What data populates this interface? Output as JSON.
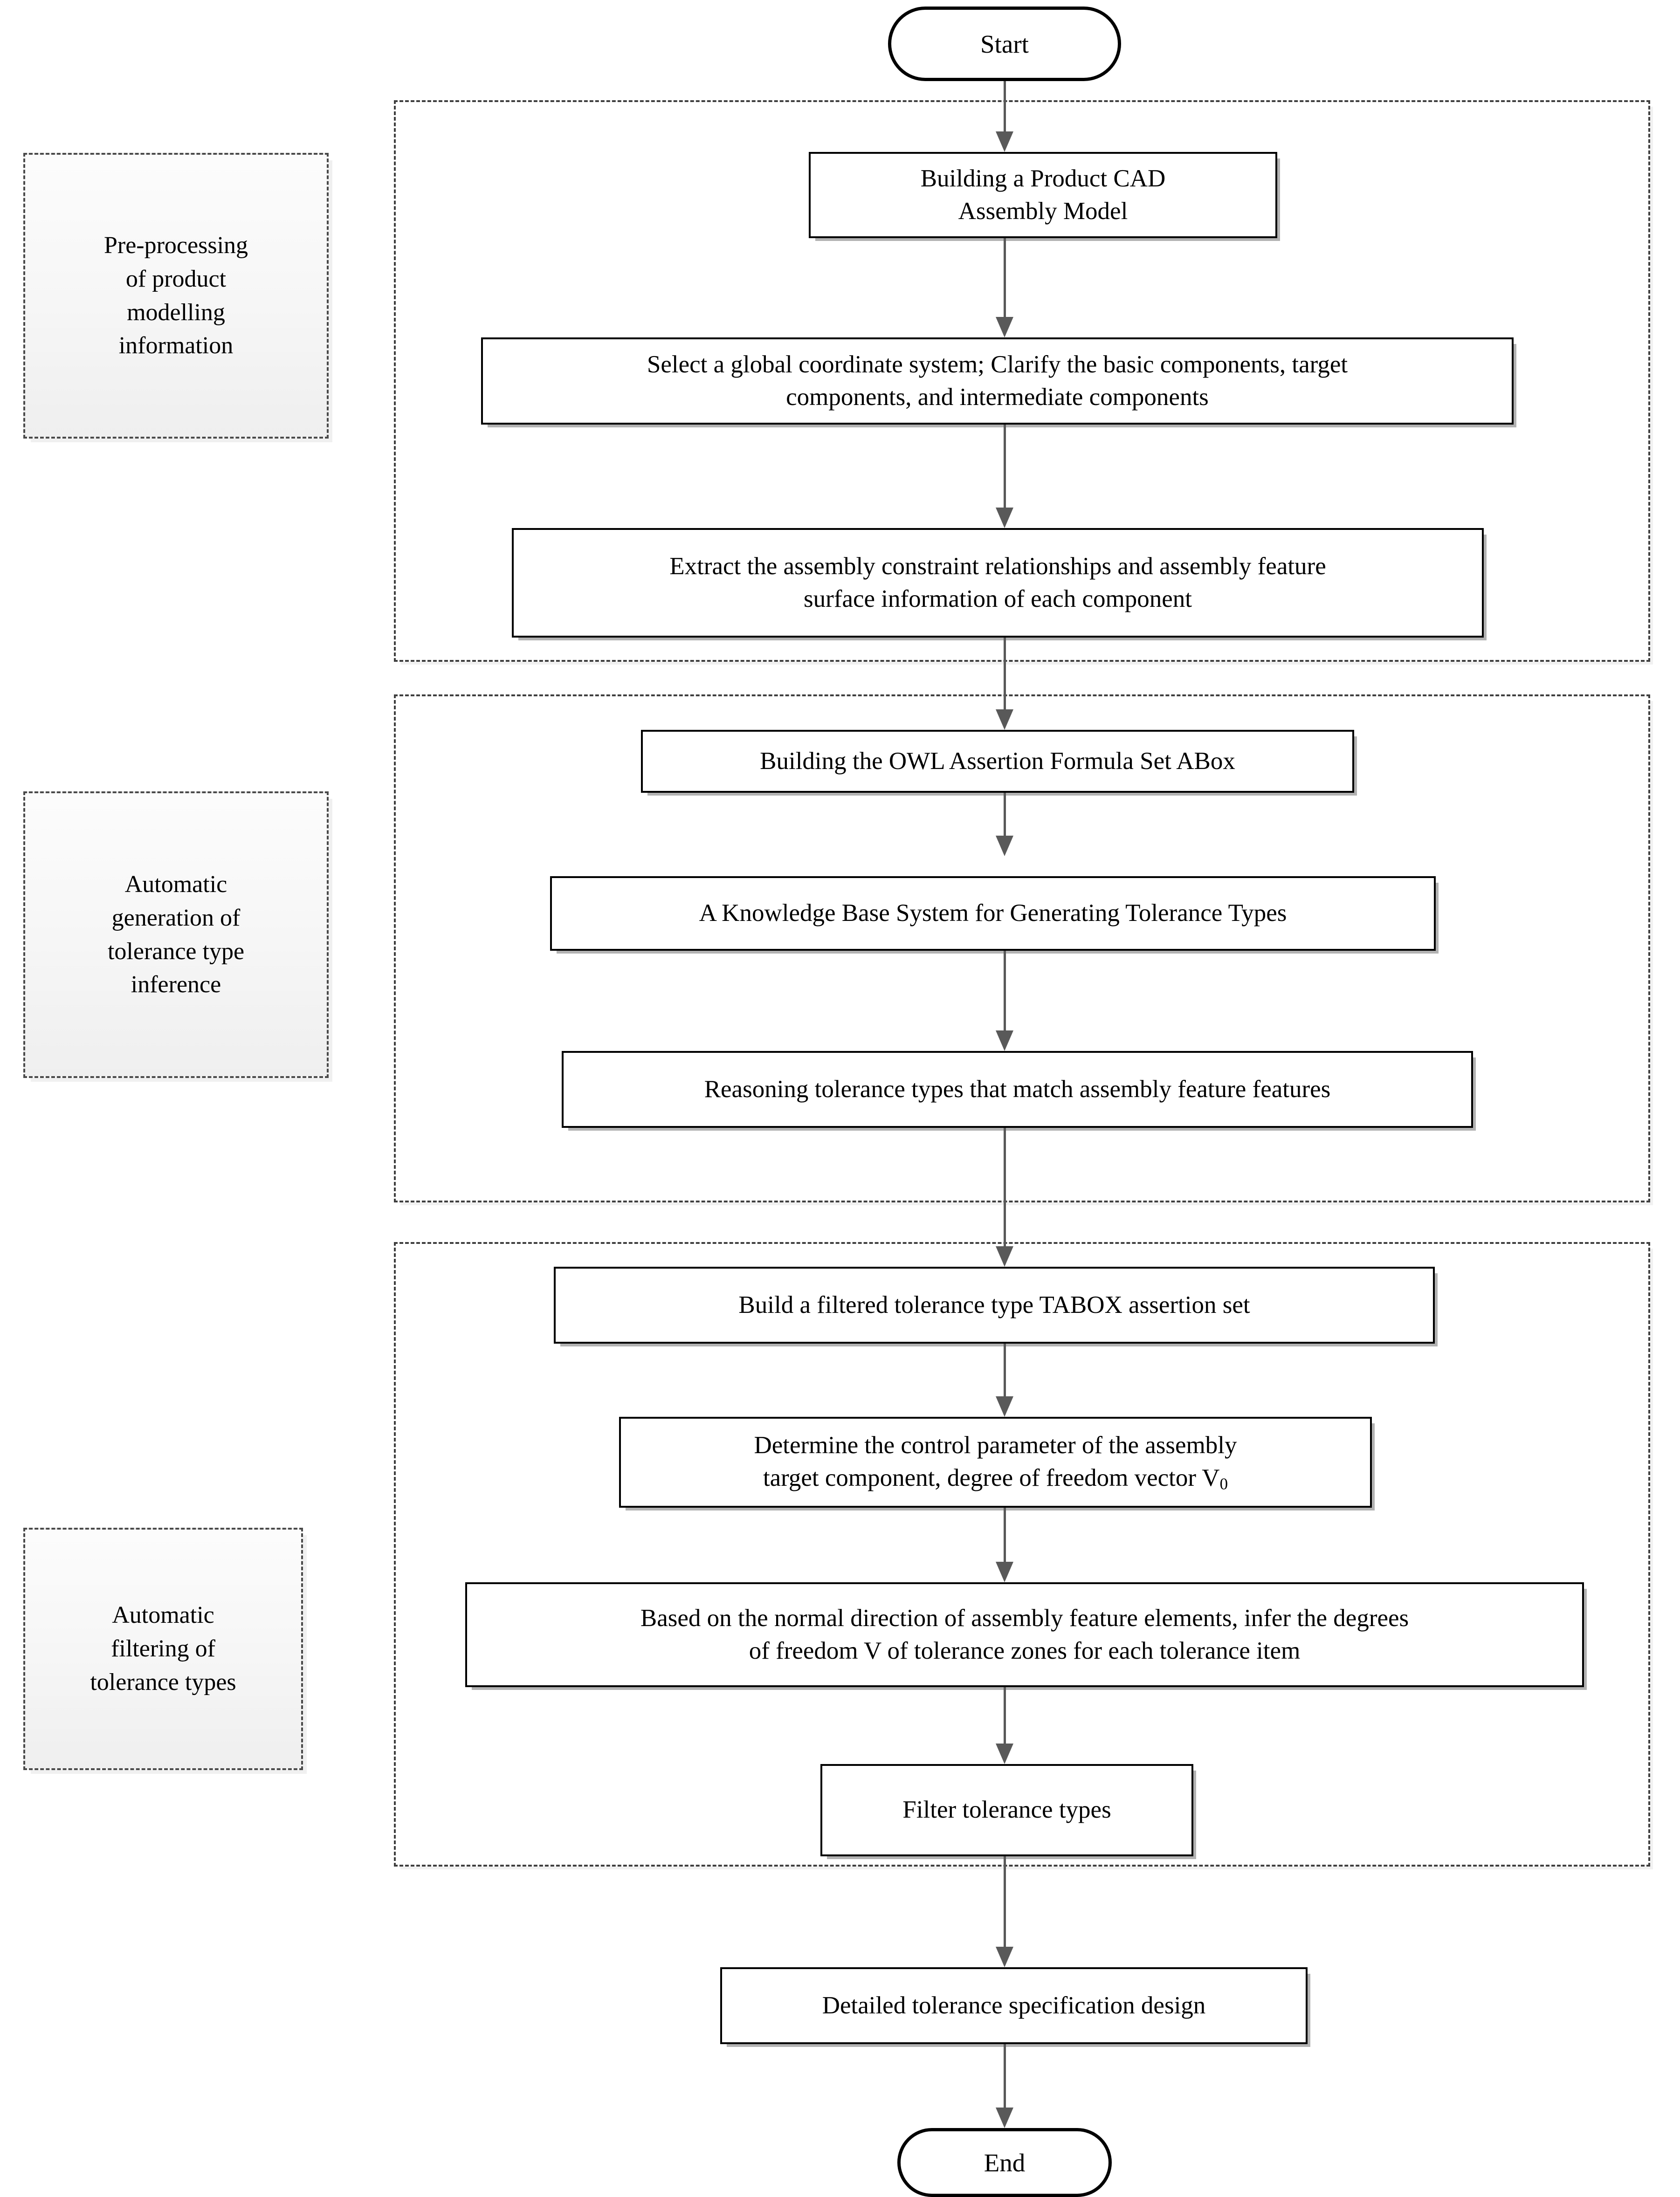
{
  "diagram": {
    "title": "Tolerance specification design flowchart",
    "colors": {
      "node_border": "#000000",
      "arrow": "#595959",
      "section_border": "#3f3f3f",
      "stage_fill": "#f7f7f7",
      "background": "#ffffff"
    }
  },
  "terminators": {
    "start": "Start",
    "end": "End"
  },
  "stages": [
    {
      "id": "stage-preprocessing",
      "label": "Pre-processing\nof product\nmodelling\ninformation"
    },
    {
      "id": "stage-generation",
      "label": "Automatic\ngeneration of\ntolerance type\ninference"
    },
    {
      "id": "stage-filtering",
      "label": "Automatic\nfiltering of\ntolerance types"
    }
  ],
  "nodes": [
    {
      "id": "node-cad-model",
      "label": "Building a Product CAD\nAssembly Model"
    },
    {
      "id": "node-coordinate",
      "label": "Select a global coordinate system; Clarify the basic components, target\ncomponents, and intermediate components"
    },
    {
      "id": "node-extract",
      "label": "Extract the assembly constraint relationships and assembly feature\nsurface information of each component"
    },
    {
      "id": "node-abox",
      "label": "Building the OWL Assertion Formula Set ABox"
    },
    {
      "id": "node-knowledge-base",
      "label": "A Knowledge Base System for Generating Tolerance Types"
    },
    {
      "id": "node-reasoning",
      "label": "Reasoning tolerance types that match assembly feature features"
    },
    {
      "id": "node-tabox",
      "label": "Build a filtered tolerance type TABOX assertion set"
    },
    {
      "id": "node-control-param",
      "label": "Determine the control parameter of the assembly\ntarget component, degree of freedom vector V",
      "subscript": "0"
    },
    {
      "id": "node-normal-direction",
      "label": "Based on the normal direction of assembly feature elements, infer the degrees\nof freedom V of tolerance zones for each tolerance item"
    },
    {
      "id": "node-filter",
      "label": "Filter tolerance types"
    },
    {
      "id": "node-detailed-design",
      "label": "Detailed tolerance specification design"
    }
  ],
  "flow_order": [
    "Start",
    "Building a Product CAD Assembly Model",
    "Select a global coordinate system; Clarify the basic components, target components, and intermediate components",
    "Extract the assembly constraint relationships and assembly feature surface information of each component",
    "Building the OWL Assertion Formula Set ABox",
    "A Knowledge Base System for Generating Tolerance Types",
    "Reasoning tolerance types that match assembly feature features",
    "Build a filtered tolerance type TABOX assertion set",
    "Determine the control parameter of the assembly target component, degree of freedom vector V0",
    "Based on the normal direction of assembly feature elements, infer the degrees of freedom V of tolerance zones for each tolerance item",
    "Filter tolerance types",
    "Detailed tolerance specification design",
    "End"
  ]
}
